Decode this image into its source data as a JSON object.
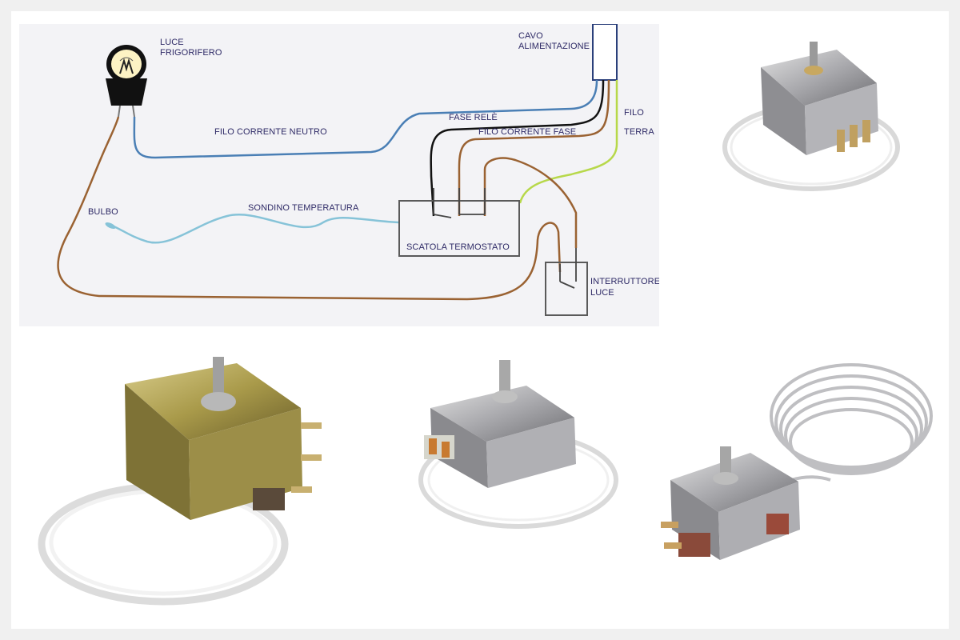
{
  "diagram": {
    "labels": {
      "luce_frigorifero_1": "LUCE",
      "luce_frigorifero_2": "FRIGORIFERO",
      "cavo_alimentazione_1": "CAVO",
      "cavo_alimentazione_2": "ALIMENTAZIONE",
      "filo_corrente_neutro": "FILO CORRENTE NEUTRO",
      "fase_rele": "FASE RELÈ",
      "filo_corrente_fase": "FILO CORRENTE FASE",
      "filo_terra_1": "FILO",
      "filo_terra_2": "TERRA",
      "bulbo": "BULBO",
      "sondino_temperatura": "SONDINO TEMPERATURA",
      "scatola_termostato": "SCATOLA TERMOSTATO",
      "interruttore_luce_1": "INTERRUTTORE",
      "interruttore_luce_2": "LUCE"
    },
    "wire_colors": {
      "neutro": "#4a7fb5",
      "fase": "#9a6232",
      "rele": "#111111",
      "terra": "#b7d84a",
      "sondino": "#86c3d8"
    }
  },
  "photos": [
    {
      "name": "thermostat-photo-top-right",
      "icon": "thermostat-icon"
    },
    {
      "name": "thermostat-photo-bottom-left",
      "icon": "thermostat-icon"
    },
    {
      "name": "thermostat-photo-bottom-center",
      "icon": "thermostat-icon"
    },
    {
      "name": "thermostat-photo-bottom-right",
      "icon": "thermostat-icon"
    }
  ]
}
